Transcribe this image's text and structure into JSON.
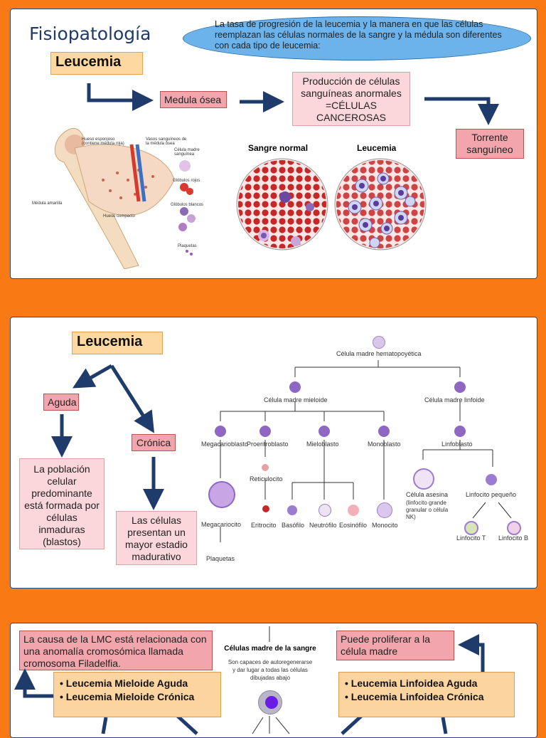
{
  "slide1": {
    "title": "Fisiopatología",
    "subtitle": "Leucemia",
    "note": "La tasa de progresión de la leucemia y la manera en que las células reemplazan las células normales de la sangre y la médula son diferentes con cada tipo de leucemia:",
    "marrow_label": "Medula ósea",
    "production_label": "Producción de células sanguíneas anormales =CÉLULAS CANCEROSAS",
    "bloodstream_label": "Torrente sanguíneo",
    "normal_blood": "Sangre normal",
    "leukemia_blood": "Leucemia",
    "bone_labels": {
      "spongy": "Hueso esponjoso (contiene médula roja)",
      "vessels": "Vasos sanguíneos de la médula ósea",
      "stem": "Célula madre sanguínea",
      "yellow": "Médula amarilla",
      "compact": "Hueso compacto",
      "red": "Glóbulos rojos",
      "white": "Glóbulos blancos",
      "platelets": "Plaquetas"
    }
  },
  "slide2": {
    "title": "Leucemia",
    "acute": "Aguda",
    "chronic": "Crónica",
    "acute_desc": "La población celular predominante está formada por células inmaduras (blastos)",
    "chronic_desc": "Las células presentan un mayor estadio madurativo",
    "tree": {
      "root": "Célula madre hematopoyética",
      "myeloid": "Célula madre mieloide",
      "lymphoid": "Célula madre linfoide",
      "megakaryoblast": "Megacarioblasto",
      "proerythroblast": "Proeritroblasto",
      "myeloblast": "Mieloblasto",
      "monoblast": "Monoblasto",
      "lymphoblast": "Linfoblasto",
      "megakaryocyte": "Megacariocito",
      "platelets": "Plaquetas",
      "reticulocyte": "Reticulocito",
      "erythrocyte": "Eritrocito",
      "basophil": "Basófilo",
      "neutrophil": "Neutrófilo",
      "eosinophil": "Eosinófilo",
      "monocyte": "Monocito",
      "nk_cell": "Célula asesina",
      "nk_note": "(linfocito grande granular o célula NK)",
      "small_lymph": "Linfocito pequeño",
      "t_lymph": "Linfocito T",
      "b_lymph": "Linfocito B"
    }
  },
  "slide3": {
    "cause": "La causa de la LMC está relacionada con una anomalía cromosómica llamada cromosoma Filadelfia.",
    "prolif": "Puede proliferar a la célula madre",
    "myeloid_list": [
      "Leucemia Mieloide Aguda",
      "Leucemia Mieloide Crónica"
    ],
    "lymphoid_list": [
      "Leucemia Linfoidea Aguda",
      "Leucemia Linfoidea Crónica"
    ],
    "center_title": "Células madre de la sangre",
    "center_desc": "Son capaces de autoregenerarse y dar lugar a todas las células dibujadas abajo"
  },
  "colors": {
    "background": "#f97a14",
    "arrow": "#1f3b6b",
    "title": "#1f3b6b"
  }
}
